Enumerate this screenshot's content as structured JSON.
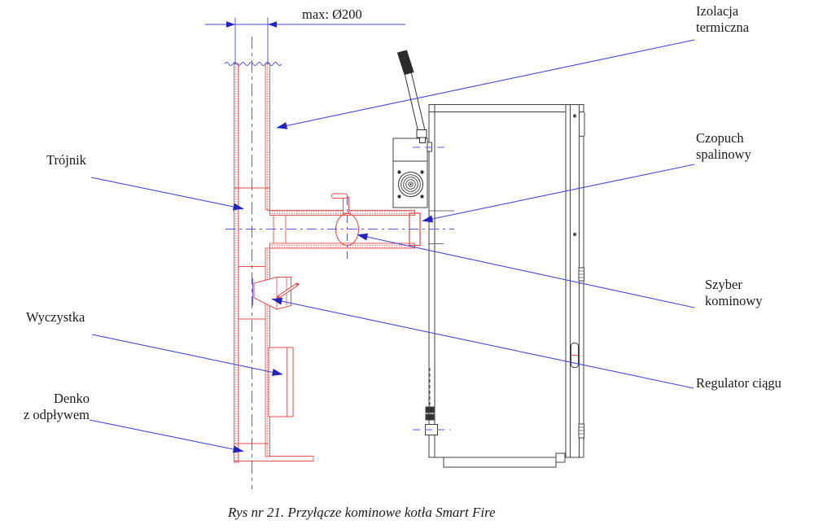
{
  "figure": {
    "dimension": {
      "label": "max: Ø200"
    },
    "caption": "Rys nr 21. Przyłącze kominowe kotła Smart Fire",
    "labels": {
      "izolacja_termiczna": {
        "line1": "Izolacja",
        "line2": "termiczna"
      },
      "czopuch_spalinowy": {
        "line1": "Czopuch",
        "line2": "spalinowy"
      },
      "szyber_kominowy": {
        "line1": "Szyber",
        "line2": "kominowy"
      },
      "regulator_ciagu": {
        "line1": "Regulator ciągu"
      },
      "trojnik": {
        "line1": "Trójnik"
      },
      "wyczystka": {
        "line1": "Wyczystka"
      },
      "denko_z_odplywem": {
        "line1": "Denko",
        "line2": "z odpływem"
      }
    },
    "colors": {
      "pipe_red": "#e84d4d",
      "pipe_dot_red": "#ec8080",
      "annotation_blue": "#4646d8",
      "arrow_blue": "#2323c4",
      "centerline_blue": "#5a5ae0",
      "boiler_gray": "#404040"
    }
  }
}
